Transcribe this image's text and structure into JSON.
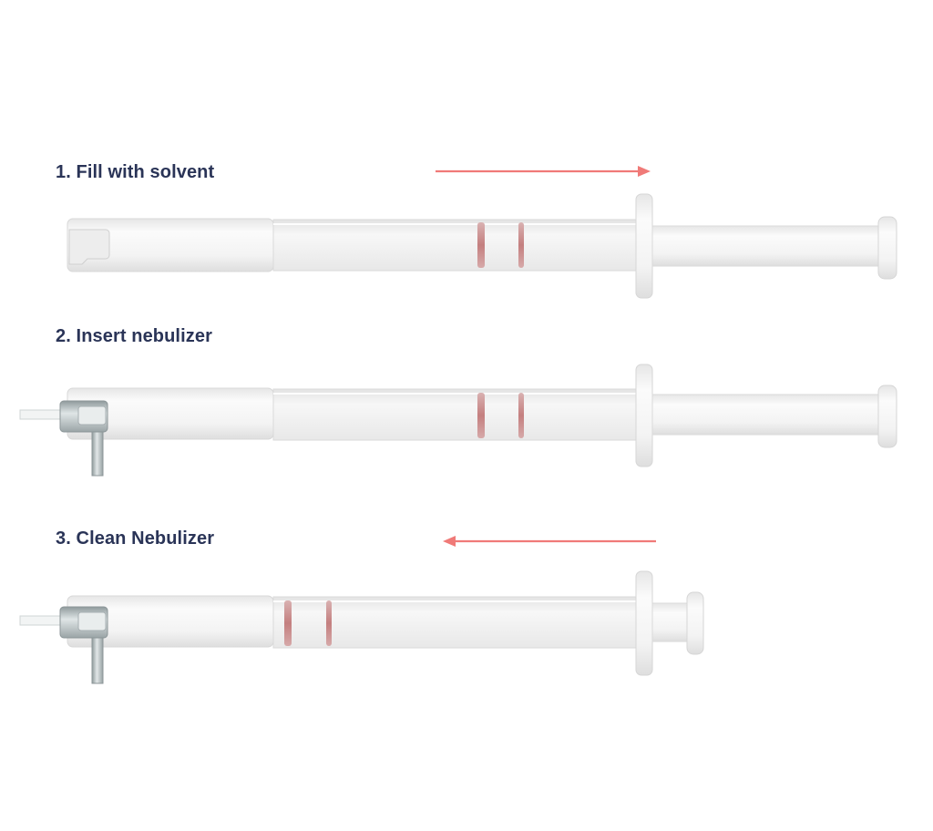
{
  "steps": [
    {
      "label": "1. Fill with solvent",
      "direction": "right",
      "nebulizer_attached": false,
      "plunger_state": "pulled-out"
    },
    {
      "label": "2. Insert nebulizer",
      "direction": "none",
      "nebulizer_attached": true,
      "plunger_state": "pulled-out"
    },
    {
      "label": "3. Clean Nebulizer",
      "direction": "left",
      "nebulizer_attached": true,
      "plunger_state": "pushed-in"
    }
  ],
  "colors": {
    "label_text": "#2a3457",
    "arrow": "#f07a78",
    "seal": "#c98a8a",
    "body": "#f4f4f4",
    "outline": "#dcdcdc",
    "metal": "#b9c2c4"
  }
}
